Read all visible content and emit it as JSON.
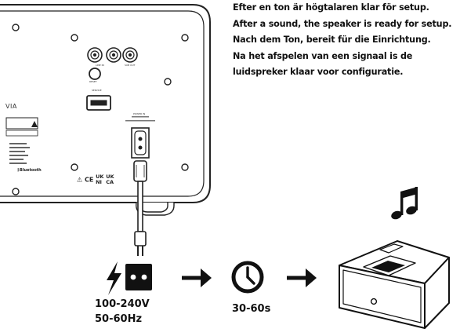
{
  "instructions": {
    "swedish": "Efter en ton är högtalaren klar för setup.",
    "english": "After a sound, the speaker is ready for setup.",
    "german": "Nach dem Ton, bereit für die Einrichtung.",
    "dutch_line1": "Na het afspelen van een signaal is de",
    "dutch_line2": "luidspreker klaar voor configuratie."
  },
  "power": {
    "voltage": "100-240V",
    "frequency": "50-60Hz"
  },
  "timer": {
    "duration": "30-60s"
  },
  "back_panel": {
    "brand_fragment": "VIA",
    "port_line_in": "LINE IN",
    "port_sub_out": "SUB OUT",
    "port_reset": "RESET",
    "port_service": "SERVICE",
    "power_in": "POWER IN",
    "bluetooth": "Bluetooth",
    "marks_uk": "UK",
    "marks_ni": "NI",
    "marks_ca": "CA"
  },
  "icons": {
    "lightning": "lightning-bolt-icon",
    "outlet": "power-outlet-icon",
    "arrow": "right-arrow-icon",
    "clock": "clock-icon",
    "music": "music-note-icon",
    "speaker": "speaker-device-icon"
  },
  "colors": {
    "ink": "#111111",
    "panel_line": "#222222"
  }
}
